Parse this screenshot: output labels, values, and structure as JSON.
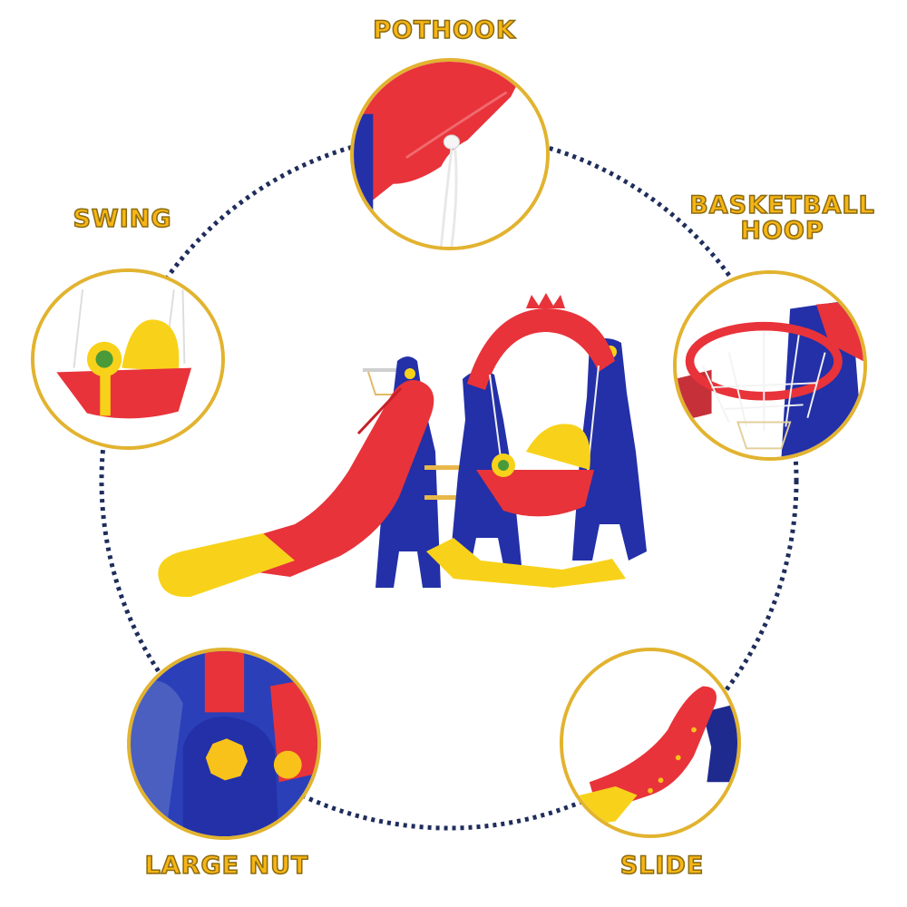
{
  "labels": {
    "pothook": "POTHOOK",
    "swing": "SWING",
    "basketball_line1": "BASKETBALL",
    "basketball_line2": "HOOP",
    "large_nut": "LARGE NUT",
    "slide": "SLIDE"
  },
  "colors": {
    "label_fill": "#F7B514",
    "label_outline": "#8A6B12",
    "circle_border": "#E2B32F",
    "dotted_ring": "#1F2D5C",
    "plastic_red": "#E8333A",
    "plastic_blue": "#2330A8",
    "plastic_yellow": "#F8D21A"
  },
  "callouts": [
    {
      "id": "pothook",
      "label": "POTHOOK"
    },
    {
      "id": "swing",
      "label": "SWING"
    },
    {
      "id": "basketball-hoop",
      "label": "BASKETBALL HOOP"
    },
    {
      "id": "large-nut",
      "label": "LARGE NUT"
    },
    {
      "id": "slide",
      "label": "SLIDE"
    }
  ]
}
